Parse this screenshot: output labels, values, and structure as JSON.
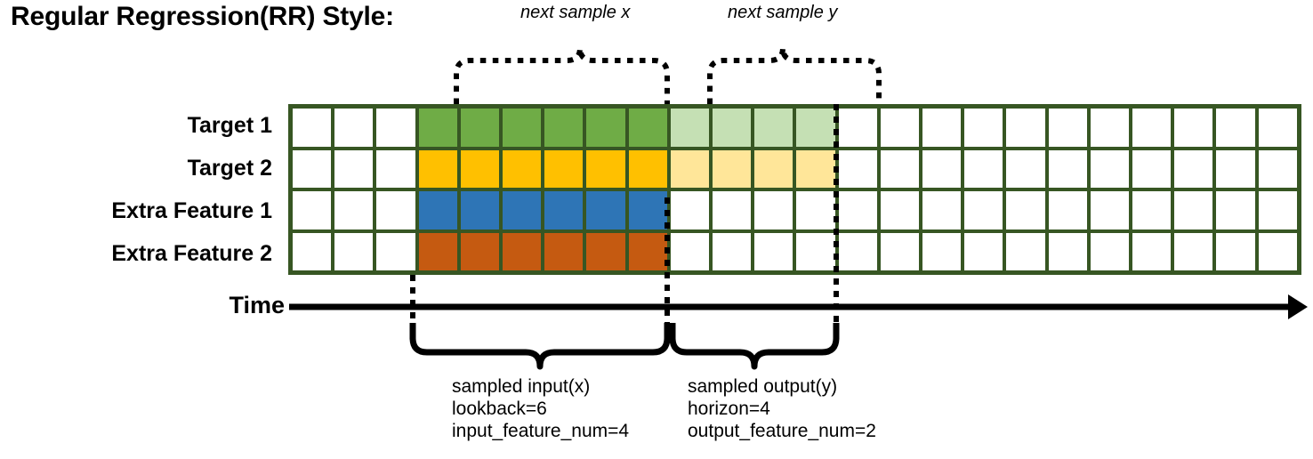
{
  "title": "Regular Regression(RR) Style:",
  "rows": [
    {
      "label": "Target 1",
      "name": "target-1"
    },
    {
      "label": "Target 2",
      "name": "target-2"
    },
    {
      "label": "Extra Feature 1",
      "name": "extra-feature-1"
    },
    {
      "label": "Extra Feature 2",
      "name": "extra-feature-2"
    }
  ],
  "axis": {
    "label": "Time"
  },
  "annotations": {
    "top_left": "next sample x",
    "top_right": "next sample y",
    "bottom_left": {
      "line1": "sampled input(x)",
      "line2": "lookback=6",
      "line3": "input_feature_num=4"
    },
    "bottom_right": {
      "line1": "sampled output(y)",
      "line2": "horizon=4",
      "line3": "output_feature_num=2"
    }
  },
  "colors": {
    "border": "#375623",
    "green": "#6FAC46",
    "green_light": "#C5E0B4",
    "yellow": "#FFC000",
    "yellow_light": "#FFE699",
    "blue": "#2E75B6",
    "orange": "#C55A11",
    "empty": "#FFFFFF"
  },
  "chart_data": {
    "type": "heatmap",
    "title": "Regular Regression(RR) Style:",
    "n_columns": 24,
    "row_names": [
      "Target 1",
      "Target 2",
      "Extra Feature 1",
      "Extra Feature 2"
    ],
    "input_columns": [
      3,
      4,
      5,
      6,
      7,
      8
    ],
    "output_columns": [
      9,
      10,
      11,
      12
    ],
    "lookback": 6,
    "horizon": 4,
    "input_feature_num": 4,
    "output_feature_num": 2,
    "cells": [
      [
        "empty",
        "empty",
        "empty",
        "green",
        "green",
        "green",
        "green",
        "green",
        "green",
        "green_light",
        "green_light",
        "green_light",
        "green_light",
        "empty",
        "empty",
        "empty",
        "empty",
        "empty",
        "empty",
        "empty",
        "empty",
        "empty",
        "empty",
        "empty"
      ],
      [
        "empty",
        "empty",
        "empty",
        "yellow",
        "yellow",
        "yellow",
        "yellow",
        "yellow",
        "yellow",
        "yellow_light",
        "yellow_light",
        "yellow_light",
        "yellow_light",
        "empty",
        "empty",
        "empty",
        "empty",
        "empty",
        "empty",
        "empty",
        "empty",
        "empty",
        "empty",
        "empty"
      ],
      [
        "empty",
        "empty",
        "empty",
        "blue",
        "blue",
        "blue",
        "blue",
        "blue",
        "blue",
        "empty",
        "empty",
        "empty",
        "empty",
        "empty",
        "empty",
        "empty",
        "empty",
        "empty",
        "empty",
        "empty",
        "empty",
        "empty",
        "empty",
        "empty"
      ],
      [
        "empty",
        "empty",
        "empty",
        "orange",
        "orange",
        "orange",
        "orange",
        "orange",
        "orange",
        "empty",
        "empty",
        "empty",
        "empty",
        "empty",
        "empty",
        "empty",
        "empty",
        "empty",
        "empty",
        "empty",
        "empty",
        "empty",
        "empty",
        "empty"
      ]
    ]
  }
}
